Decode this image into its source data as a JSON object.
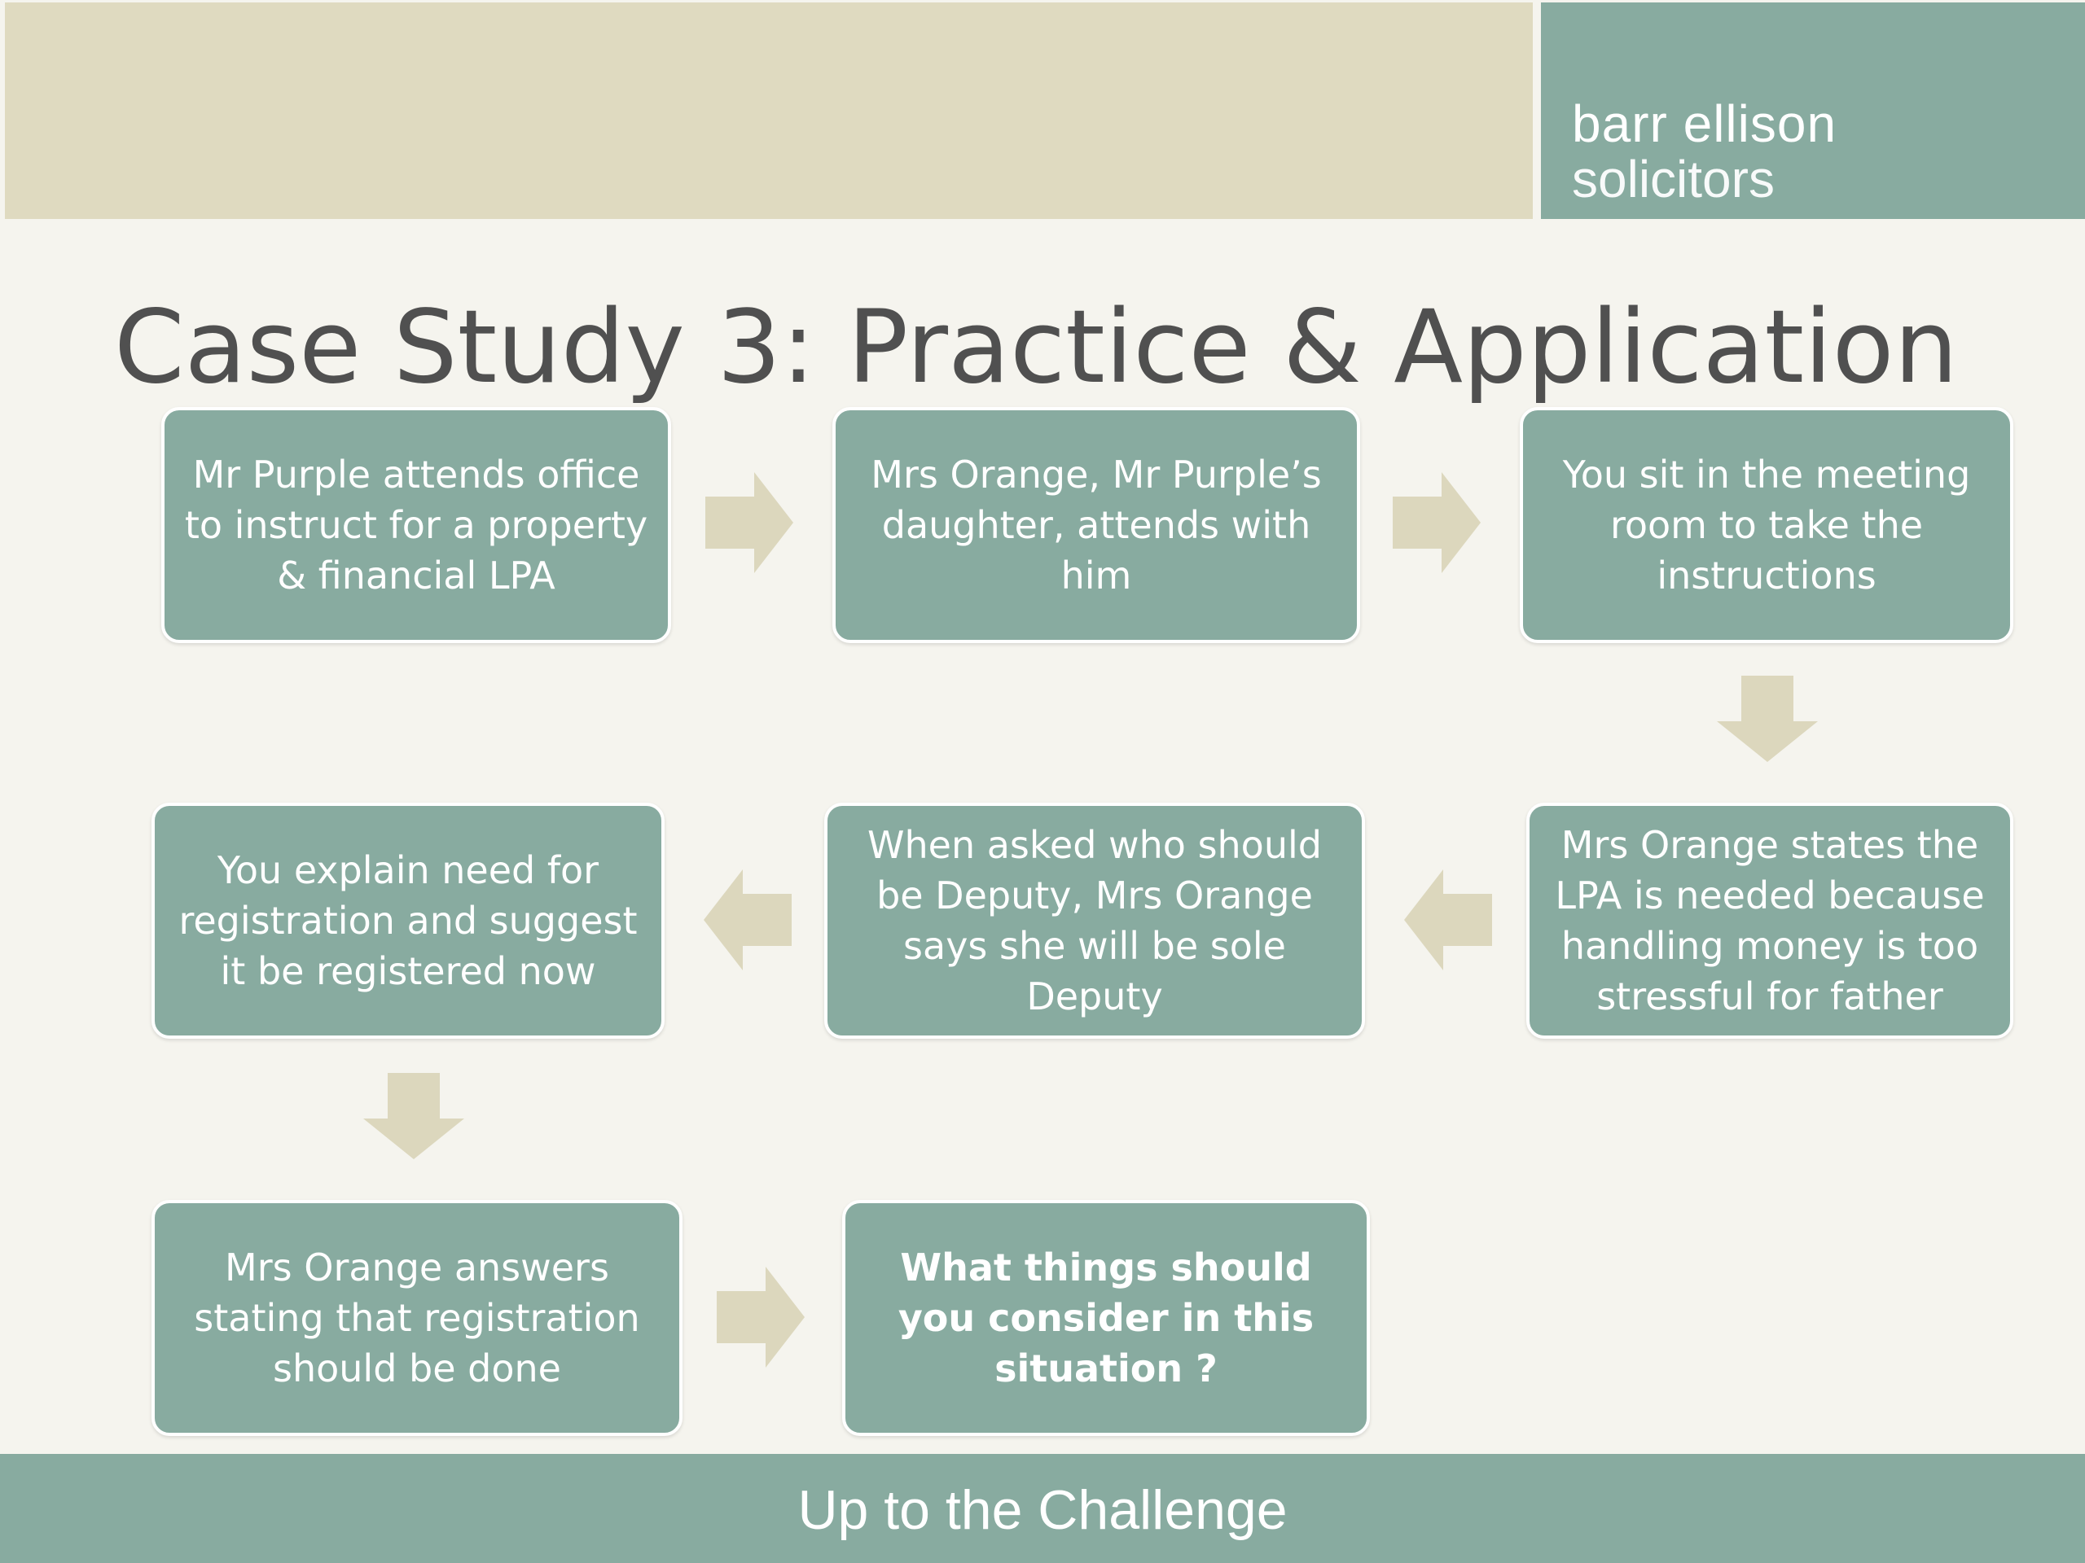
{
  "header": {
    "logo_line1": "barr ellison",
    "logo_line2": "solicitors"
  },
  "title": "Case Study 3: Practice & Application",
  "steps": [
    {
      "text": "Mr Purple attends office to instruct for a property & financial LPA"
    },
    {
      "text": "Mrs Orange, Mr Purple’s daughter, attends with him"
    },
    {
      "text": "You sit in the meeting room to take the instructions"
    },
    {
      "text": "Mrs Orange states the LPA is needed because handling money is too stressful for father"
    },
    {
      "text": "When asked who should be Deputy, Mrs Orange says she will be sole Deputy"
    },
    {
      "text": "You explain need for registration and suggest it be registered now"
    },
    {
      "text": "Mrs Orange answers stating that registration should be done"
    },
    {
      "text": "What things should you consider in this situation ?"
    }
  ],
  "footer": {
    "text": "Up to the Challenge"
  },
  "colors": {
    "box_fill": "#88aba0",
    "arrow_fill": "#dcd7bd",
    "header_band": "#dfdac0",
    "background": "#f5f4ee",
    "title_text": "#505050"
  }
}
